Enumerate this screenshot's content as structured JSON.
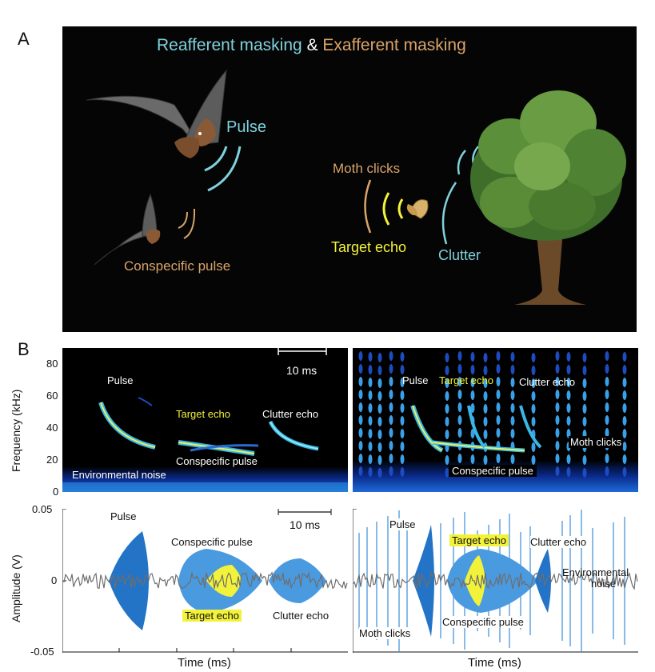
{
  "panel_a": {
    "letter": "A",
    "title_part1": "Reafferent masking",
    "title_amp": "&",
    "title_part2": "Exafferent masking",
    "pulse_label": "Pulse",
    "conspecific_label": "Conspecific pulse",
    "moth_clicks_label": "Moth clicks",
    "target_echo_label": "Target echo",
    "clutter_label": "Clutter",
    "colors": {
      "reafferent": "#7fd1dc",
      "exafferent": "#d9a46a",
      "target": "#f2f23a"
    }
  },
  "panel_b": {
    "letter": "B",
    "spec_ylabel": "Frequency (kHz)",
    "spec_yticks": [
      "80",
      "60",
      "40",
      "20",
      "0"
    ],
    "scale_bar_label": "10 ms",
    "amp_ylabel": "Amplitude (V)",
    "amp_yticks": [
      "0.05",
      "0",
      "-0.05"
    ],
    "xlabel": "Time (ms)",
    "left_spec_labels": {
      "pulse": "Pulse",
      "target": "Target echo",
      "clutter": "Clutter echo",
      "conspecific": "Conspecific pulse",
      "noise": "Environmental noise"
    },
    "right_spec_labels": {
      "pulse": "Pulse",
      "target": "Target echo",
      "clutter": "Clutter echo",
      "moth": "Moth clicks",
      "conspecific": "Conspecific pulse"
    },
    "left_wave_labels": {
      "pulse": "Pulse",
      "conspecific": "Conspecific pulse",
      "target": "Target echo",
      "clutter": "Clutter echo"
    },
    "right_wave_labels": {
      "pulse": "Pulse",
      "target": "Target echo",
      "clutter": "Clutter echo",
      "noise_line1": "Environmental",
      "noise_line2": "noise",
      "moth": "Moth clicks",
      "conspecific": "Conspecific pulse"
    }
  }
}
